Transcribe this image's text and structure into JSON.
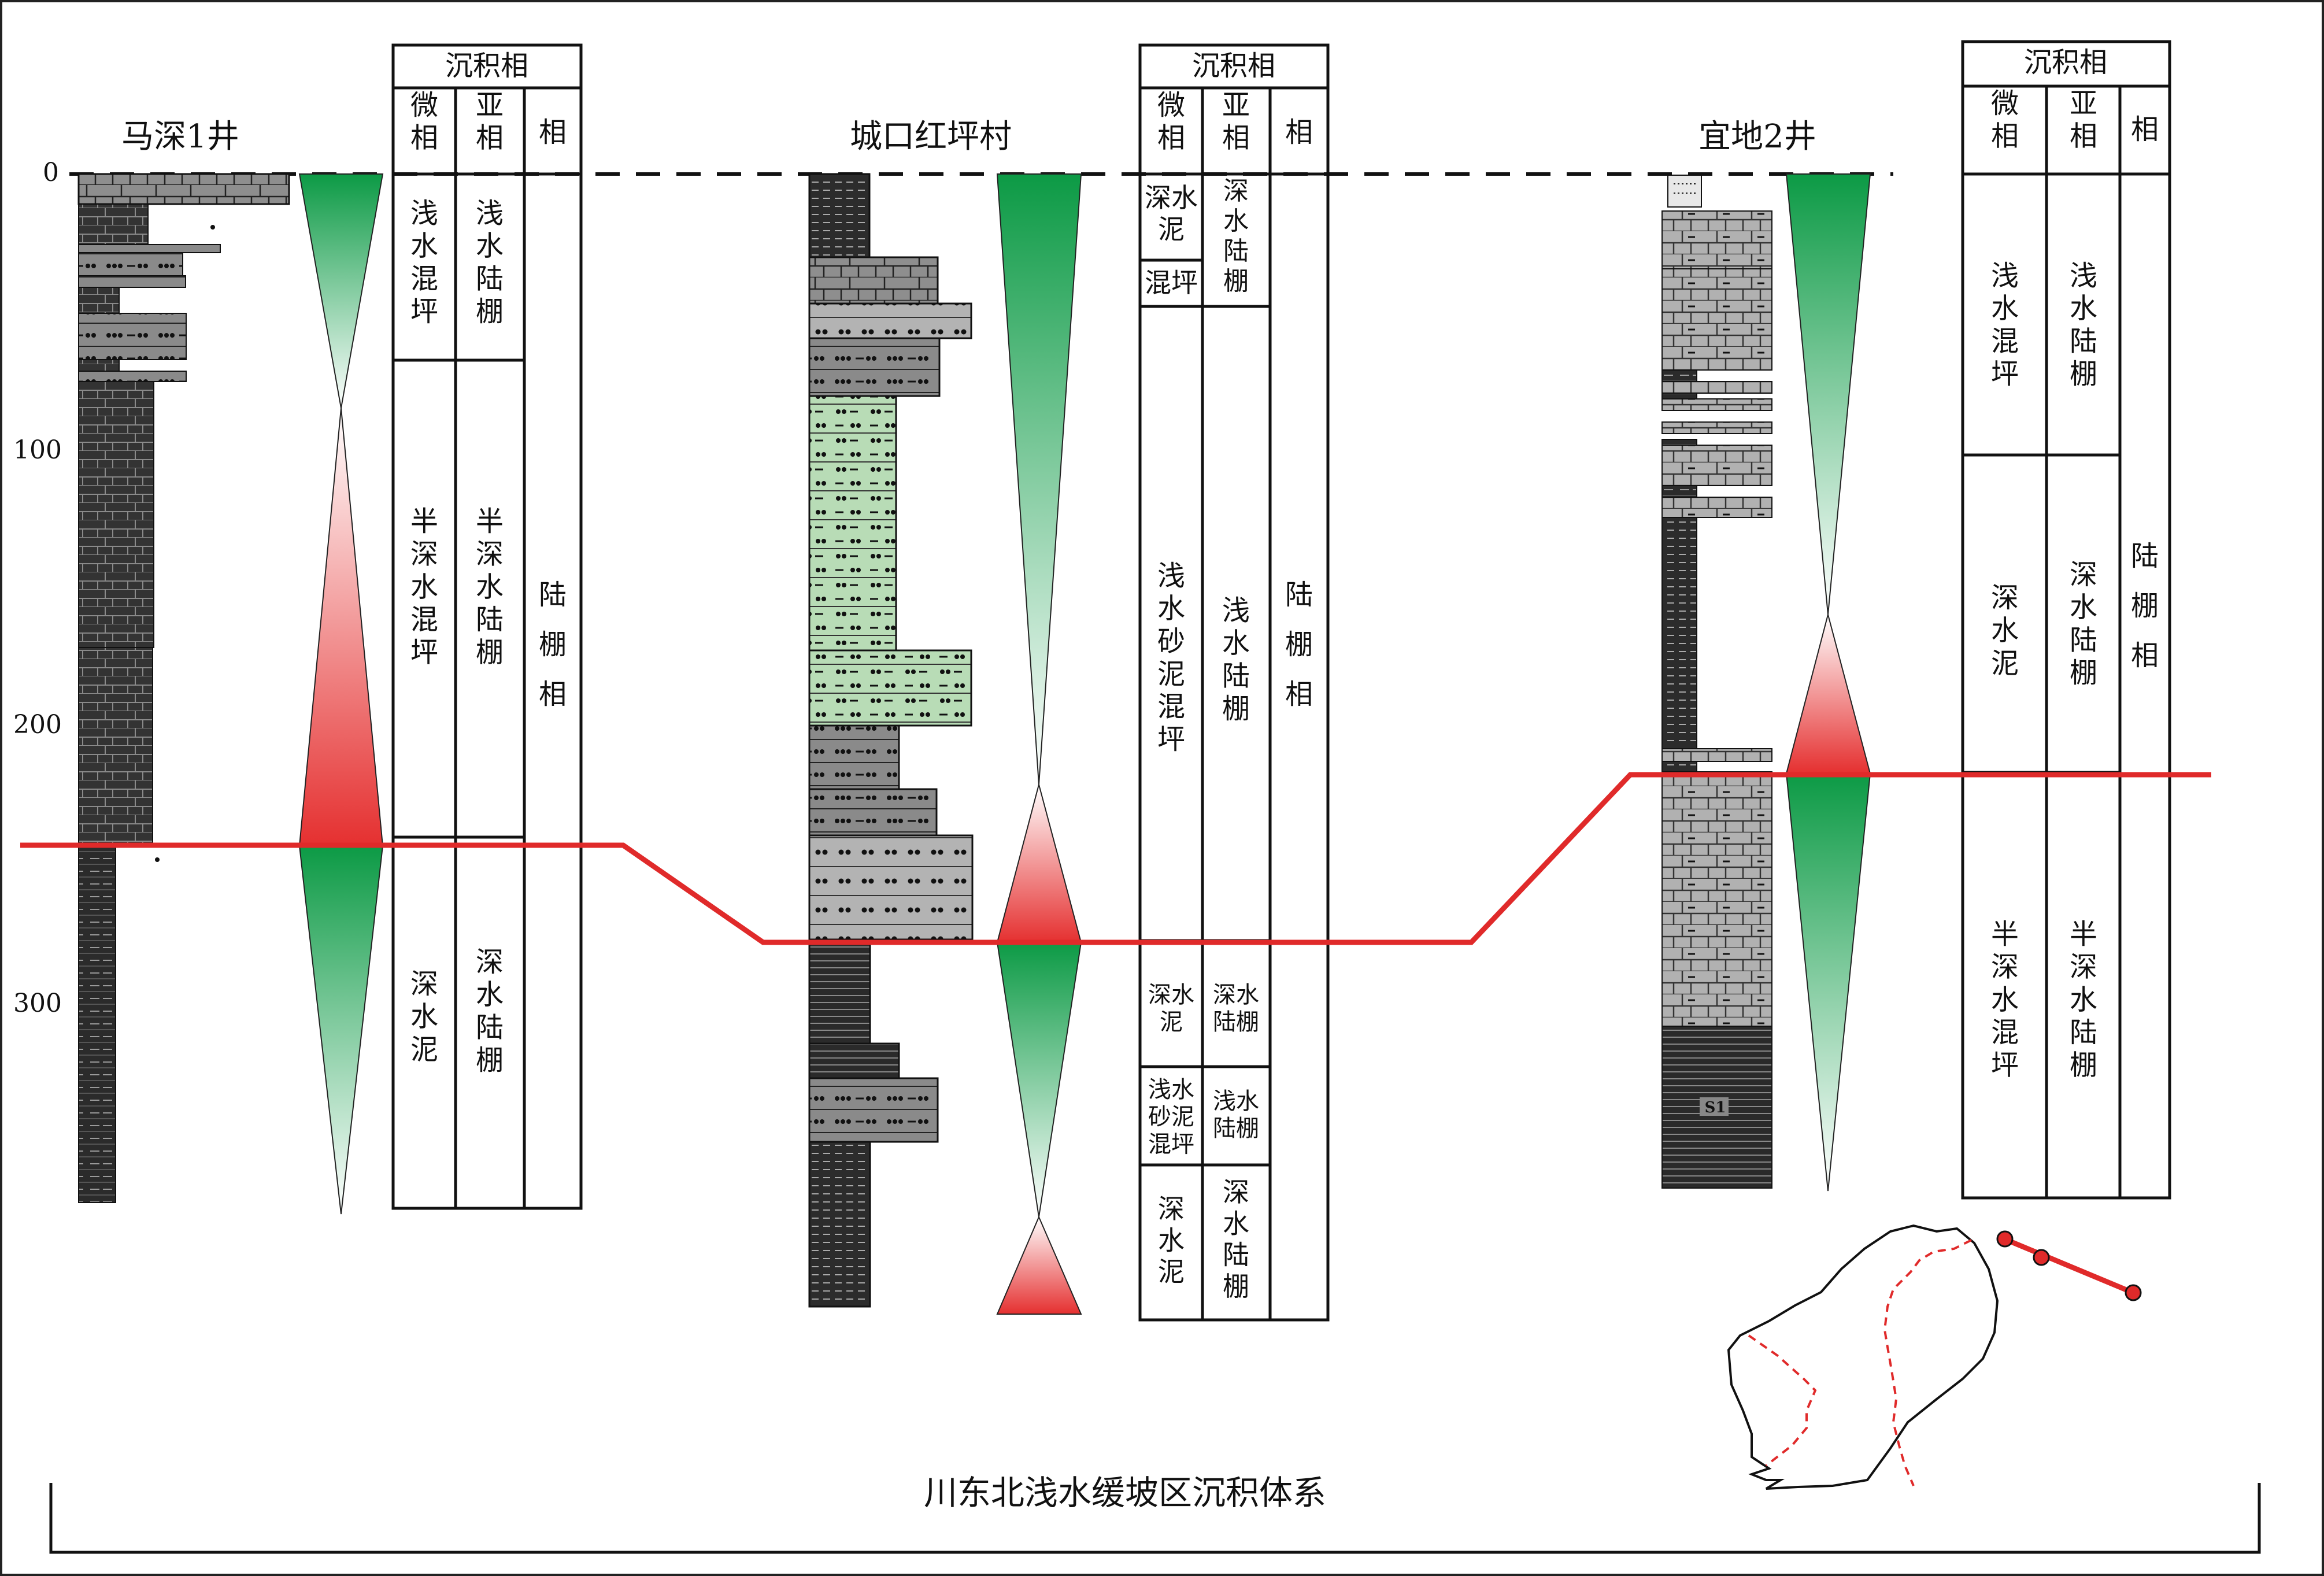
{
  "caption": "川东北浅水缓坡区沉积体系",
  "depth_ticks": [
    {
      "label": "0",
      "depth": 0
    },
    {
      "label": "100",
      "depth": 100
    },
    {
      "label": "200",
      "depth": 200
    },
    {
      "label": "300",
      "depth": 300
    }
  ],
  "wells": [
    {
      "name": "马深1井",
      "table": {
        "title": "沉积相",
        "headers": [
          "微\n相",
          "亚\n相",
          "相"
        ],
        "micro": [
          "浅\n水\n混\n坪",
          "半\n深\n水\n混\n坪",
          "深\n水\n泥"
        ],
        "sub": [
          "浅\n水\n陆\n棚",
          "半\n深\n水\n陆\n棚",
          "深\n水\n陆\n棚"
        ],
        "facies": "陆\n\n棚\n\n相"
      }
    },
    {
      "name": "城口红坪村",
      "table": {
        "title": "沉积相",
        "headers": [
          "微\n相",
          "亚\n相",
          "相"
        ],
        "micro": [
          "深水\n泥",
          "混坪",
          "浅\n水\n砂\n泥\n混\n坪",
          "深水\n泥",
          "浅水\n砂泥\n混坪",
          "深\n水\n泥"
        ],
        "sub": [
          "深\n水\n陆\n棚",
          "浅\n水\n陆\n棚",
          "深水\n陆棚",
          "浅水\n陆棚",
          "深\n水\n陆\n棚"
        ],
        "facies": "陆\n\n棚\n\n相"
      }
    },
    {
      "name": "宜地2井",
      "table": {
        "title": "沉积相",
        "headers": [
          "微\n相",
          "亚\n相",
          "相"
        ],
        "micro": [
          "浅\n水\n混\n坪",
          "深\n水\n泥",
          "半\n深\n水\n混\n坪"
        ],
        "sub": [
          "浅\n水\n陆\n棚",
          "深\n水\n陆\n棚",
          "半\n深\n水\n陆\n棚"
        ],
        "facies": "陆\n\n棚\n\n相"
      },
      "column_marker": "S1"
    }
  ],
  "colors": {
    "green": "#0c9a45",
    "red": "#e53030",
    "boundary_line": "#e02a2a",
    "dark_rock": "#2f2f2f",
    "mid_rock": "#7a7a7a",
    "light_rock": "#a9a9a9",
    "sandstone_green": "#b7dbb5"
  }
}
